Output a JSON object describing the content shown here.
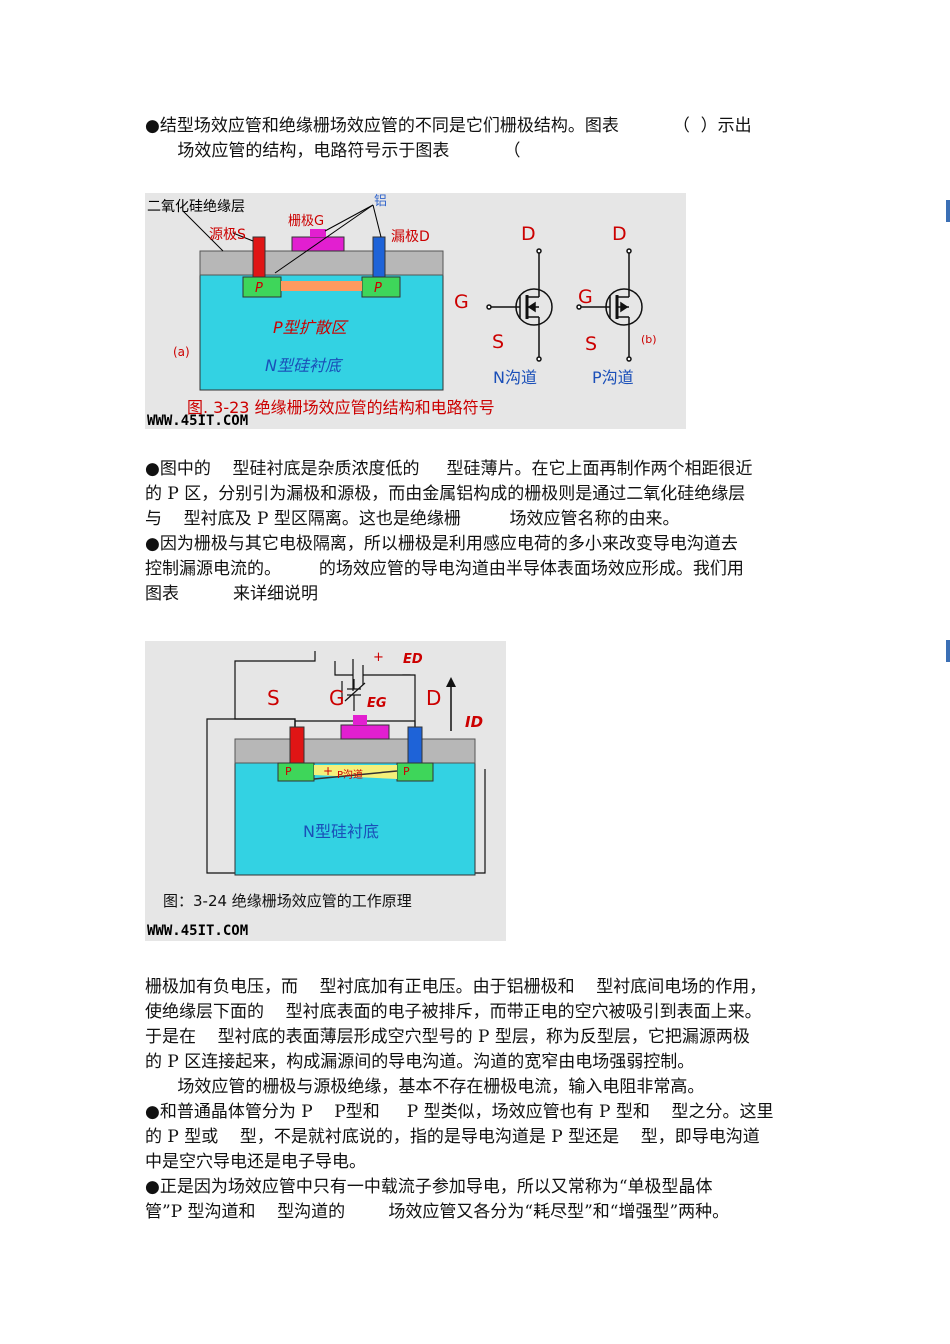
{
  "para1": [
    "●结型场效应管和绝缘栅场效应管的不同是它们栅极结构。图表          （  ）示出",
    "      场效应管的结构，电路符号示于图表          （"
  ],
  "figure1": {
    "label_sio2": "二氧化硅绝缘层",
    "label_source": "源极S",
    "label_gate": "栅极G",
    "label_al": "铝",
    "label_drain": "漏极D",
    "label_p_left": "P",
    "label_p_right": "P",
    "label_p_diff": "P型扩散区",
    "label_a": "(a)",
    "label_substrate": "N型硅衬底",
    "label_D1": "D",
    "label_G1": "G",
    "label_S1": "S",
    "label_nchannel": "N沟道",
    "label_D2": "D",
    "label_G2": "G",
    "label_S2": "S",
    "label_b": "(b)",
    "label_pchannel": "P沟道",
    "caption": "图. 3-23  绝缘栅场效应管的结构和电路符号",
    "watermark": "WWW.45IT.COM"
  },
  "para2": [
    "●图中的    型硅衬底是杂质浓度低的     型硅薄片。在它上面再制作两个相距很近",
    "的 P 区，分别引为漏极和源极，而由金属铝构成的栅极则是通过二氧化硅绝缘层",
    "与    型衬底及 P 型区隔离。这也是绝缘栅         场效应管名称的由来。",
    "●因为栅极与其它电极隔离，所以栅极是利用感应电荷的多小来改变导电沟道去",
    "控制漏源电流的。       的场效应管的导电沟道由半导体表面场效应形成。我们用",
    "图表          来详细说明"
  ],
  "figure2": {
    "label_ED": "ED",
    "label_plus_top": "+",
    "label_minus_top": "−",
    "label_S": "S",
    "label_G": "G",
    "label_EG": "EG",
    "label_D": "D",
    "label_ID": "ID",
    "label_p_left": "P",
    "label_plus": "+",
    "label_pchannel": "P沟道",
    "label_p_right": "P",
    "label_substrate": "N型硅衬底",
    "caption": "图：3-24   绝缘栅场效应管的工作原理",
    "watermark": "WWW.45IT.COM"
  },
  "para3": [
    "栅极加有负电压，而    型衬底加有正电压。由于铝栅极和    型衬底间电场的作用，",
    "使绝缘层下面的    型衬底表面的电子被排斥，而带正电的空穴被吸引到表面上来。",
    "于是在    型衬底的表面薄层形成空穴型号的 P 型层，称为反型层，它把漏源两极",
    "的 P 区连接起来，构成漏源间的导电沟道。沟道的宽窄由电场强弱控制。",
    "      场效应管的栅极与源极绝缘，基本不存在栅极电流，输入电阻非常高。",
    "●和普通晶体管分为 P    P型和     P 型类似，场效应管也有 P 型和    型之分。这里",
    "的 P 型或    型，不是就衬底说的，指的是导电沟道是 P 型还是    型，即导电沟道",
    "中是空穴导电还是电子导电。",
    "●正是因为场效应管中只有一中载流子参加导电，所以又常称为“单极型晶体",
    "管”P 型沟道和    型沟道的        场效应管又各分为“耗尽型”和“增强型”两种。"
  ]
}
